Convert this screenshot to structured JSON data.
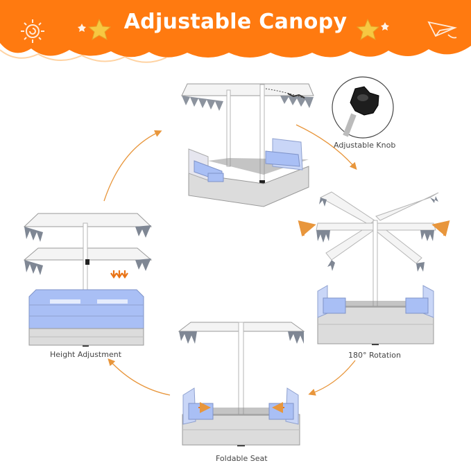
{
  "banner": {
    "title": "Adjustable Canopy",
    "bg_color": "#ff7a10",
    "title_color": "#ffffff"
  },
  "captions": {
    "adjustable_knob": "Adjustable Knob",
    "height_adjustment": "Height Adjustment",
    "rotation": "180° Rotation",
    "foldable_seat": "Foldable Seat"
  },
  "colors": {
    "arrow": "#e8963c",
    "seat_blue": "#a9bff5",
    "frame_white": "#f7f7f7",
    "wood_gray": "#d8d8d8",
    "canopy_fringe": "#7f8794",
    "knob": "#1e1e1e",
    "star": "#f7b43a"
  }
}
